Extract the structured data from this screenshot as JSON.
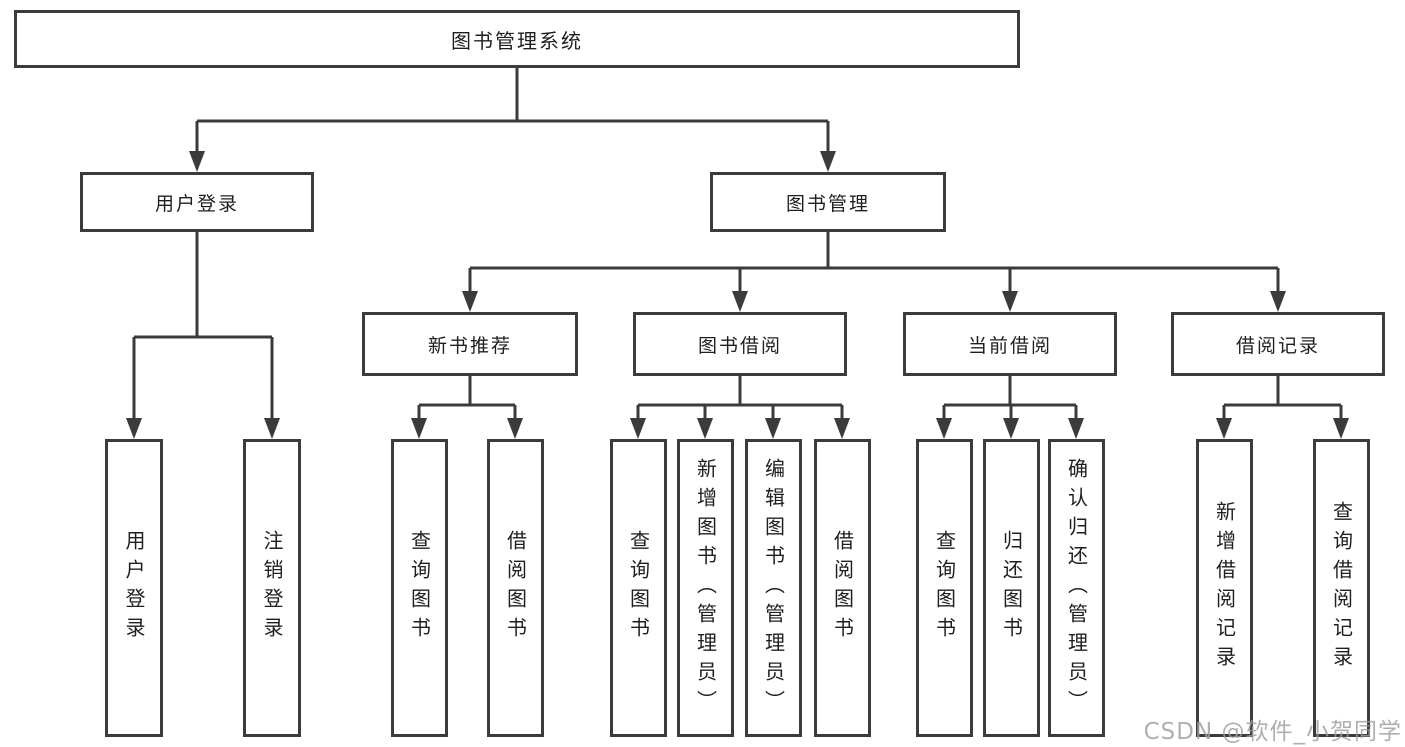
{
  "colors": {
    "background": "#ffffff",
    "line": "#3b3b3b",
    "box_border": "#3b3b3b",
    "text": "#1f1f1f",
    "watermark": "#9e9e9e"
  },
  "watermark": {
    "text": "CSDN @软件_小贺同学"
  },
  "tree": {
    "root": {
      "label": "图书管理系统"
    },
    "children": [
      {
        "label": "用户登录",
        "children": [
          {
            "label": "用户登录"
          },
          {
            "label": "注销登录"
          }
        ]
      },
      {
        "label": "图书管理",
        "children": [
          {
            "label": "新书推荐",
            "children": [
              {
                "label": "查询图书"
              },
              {
                "label": "借阅图书"
              }
            ]
          },
          {
            "label": "图书借阅",
            "children": [
              {
                "label": "查询图书"
              },
              {
                "label": "新增图书（管理员）"
              },
              {
                "label": "编辑图书（管理员）"
              },
              {
                "label": "借阅图书"
              }
            ]
          },
          {
            "label": "当前借阅",
            "children": [
              {
                "label": "查询图书"
              },
              {
                "label": "归还图书"
              },
              {
                "label": "确认归还（管理员）"
              }
            ]
          },
          {
            "label": "借阅记录",
            "children": [
              {
                "label": "新增借阅记录"
              },
              {
                "label": "查询借阅记录"
              }
            ]
          }
        ]
      }
    ]
  }
}
